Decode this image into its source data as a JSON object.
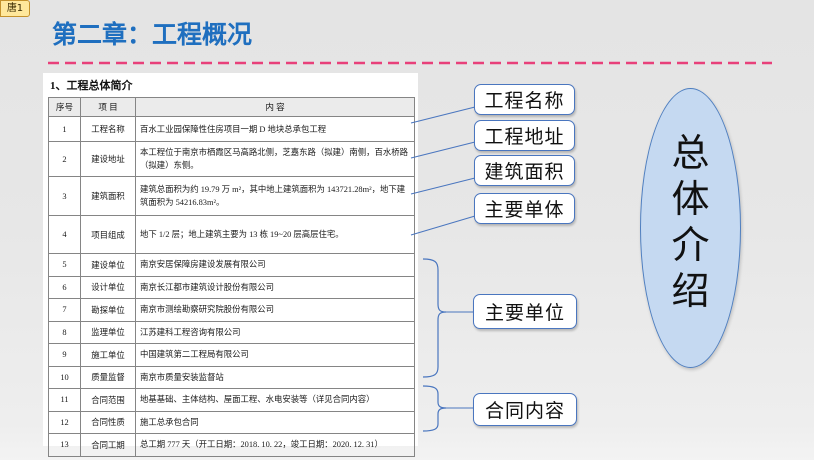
{
  "app": {
    "comment_marker": "唐1"
  },
  "slide": {
    "title": "第二章：工程概况",
    "section_heading": "1、工程总体简介",
    "table": {
      "headers": {
        "no": "序号",
        "item": "项 目",
        "content": "内 容"
      },
      "rows": [
        {
          "no": "1",
          "item": "工程名称",
          "content": "百水工业园保障性住房项目一期 D 地块总承包工程"
        },
        {
          "no": "2",
          "item": "建设地址",
          "content": "本工程位于南京市栖霞区马高路北侧，芝嘉东路（拟建）南侧，百水桥路（拟建）东侧。"
        },
        {
          "no": "3",
          "item": "建筑面积",
          "content": "建筑总面积为约 19.79 万 m²，其中地上建筑面积为 143721.28m²，地下建筑面积为 54216.83m²。"
        },
        {
          "no": "4",
          "item": "项目组成",
          "content": "地下 1/2 层；地上建筑主要为 13 栋 19~20 层高层住宅。"
        },
        {
          "no": "5",
          "item": "建设单位",
          "content": "南京安居保障房建设发展有限公司"
        },
        {
          "no": "6",
          "item": "设计单位",
          "content": "南京长江都市建筑设计股份有限公司"
        },
        {
          "no": "7",
          "item": "勘探单位",
          "content": "南京市测绘勘察研究院股份有限公司"
        },
        {
          "no": "8",
          "item": "监理单位",
          "content": "江苏建科工程咨询有限公司"
        },
        {
          "no": "9",
          "item": "施工单位",
          "content": "中国建筑第二工程局有限公司"
        },
        {
          "no": "10",
          "item": "质量监督",
          "content": "南京市质量安装监督站"
        },
        {
          "no": "11",
          "item": "合同范围",
          "content": "地基基础、主体结构、屋面工程、水电安装等（详见合同内容）"
        },
        {
          "no": "12",
          "item": "合同性质",
          "content": "施工总承包合同"
        },
        {
          "no": "13",
          "item": "合同工期",
          "content": "总工期 777 天（开工日期：2018. 10. 22，竣工日期：2020. 12. 31）"
        }
      ]
    },
    "callouts": {
      "project_name": "工程名称",
      "project_address": "工程地址",
      "building_area": "建筑面积",
      "main_buildings": "主要单体",
      "main_units": "主要单位",
      "contract_content": "合同内容"
    },
    "summary_ellipse": {
      "text": "总体介绍"
    }
  },
  "theme": {
    "title_color": "#1f6fbf",
    "divider_color": "#e8407a",
    "callout_border": "#4a76bf",
    "pointer_color": "#4a76bf",
    "ellipse_fill": "#c5d9f1",
    "ellipse_border": "#4f7fc0",
    "comment_fill": "#ffe89c",
    "comment_border": "#c4922c"
  }
}
